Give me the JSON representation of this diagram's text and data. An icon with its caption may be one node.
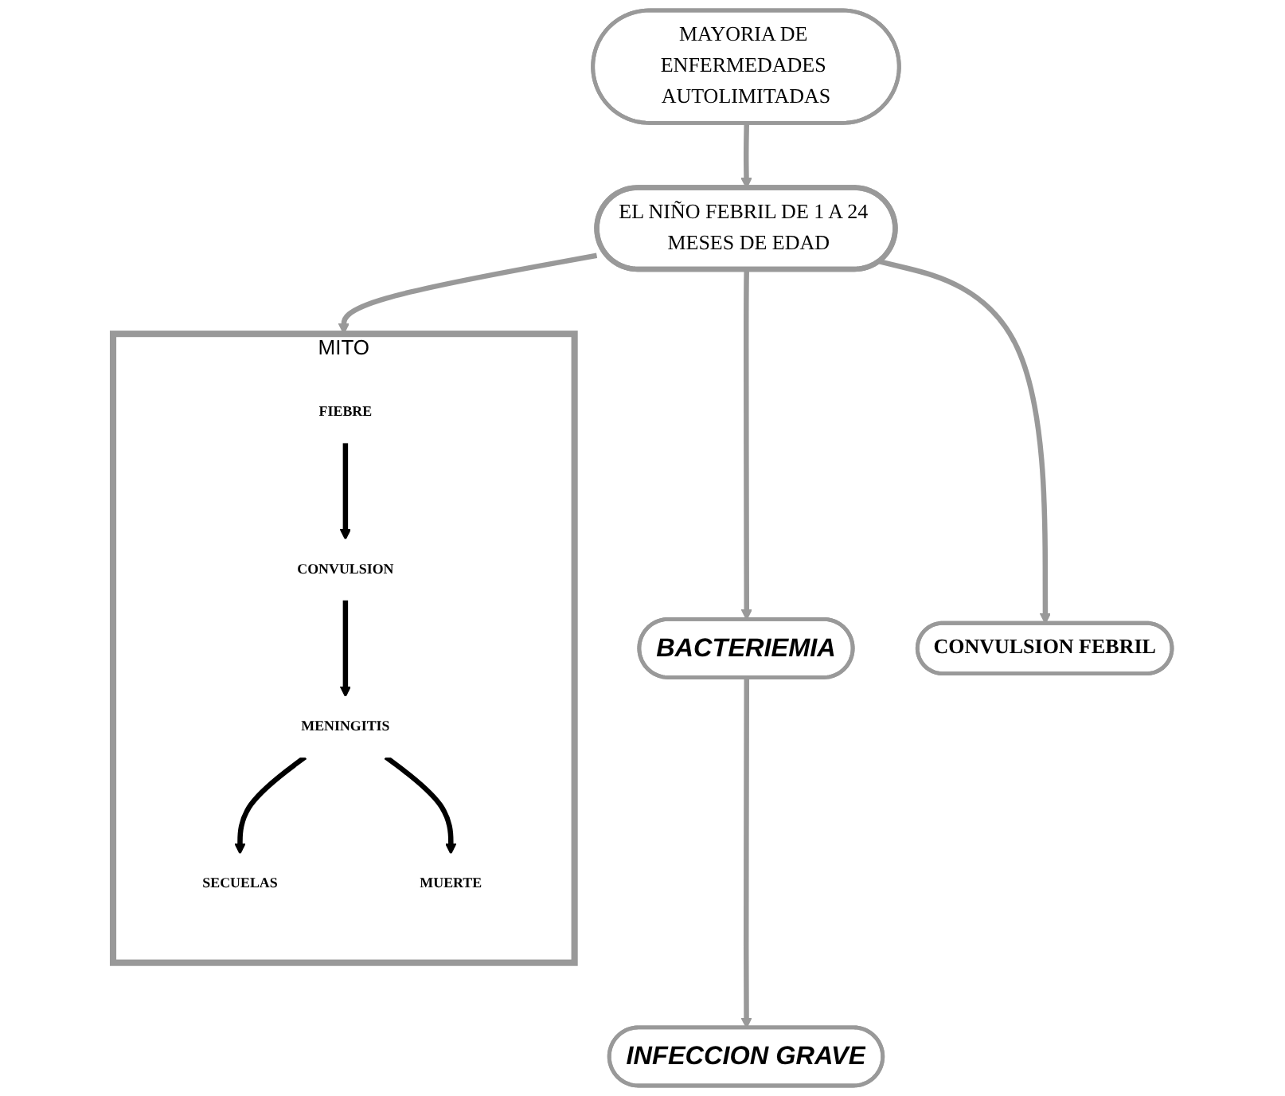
{
  "diagram": {
    "nodes": [
      {
        "text": [
          "INFECCION GRAVE"
        ]
      },
      {
        "text": [
          "BACTERIEMIA"
        ]
      },
      {
        "text": [
          "MAYORIA DE ENFERMEDADES AUTOLIMITADAS"
        ]
      },
      {
        "text": [
          "EL NIÑO FEBRIL DE 1 A 24  MESES DE EDAD"
        ]
      },
      {
        "text": [
          "MITO"
        ]
      },
      {
        "text": [
          "FIEBRE"
        ],
        "in": 4
      },
      {
        "text": [
          "CONVULSION"
        ],
        "in": 4
      },
      {
        "text": [
          "MENINGITIS"
        ],
        "in": 4
      },
      {
        "text": [
          "SECUELAS"
        ],
        "in": 4
      },
      {
        "text": [
          "MUERTE"
        ],
        "in": 4
      },
      {
        "text": [
          "CONVULSION FEBRIL"
        ]
      }
    ],
    "edges": [
      {
        "from": 1,
        "to": 0,
        "arrow": "to"
      },
      {
        "from": 3,
        "to": 1,
        "arrow": "to"
      },
      {
        "from": 2,
        "to": 3,
        "arrow": "to"
      },
      {
        "from": 3,
        "to": 4,
        "arrow": "to"
      },
      {
        "from": 3,
        "to": 10,
        "arrow": "to"
      },
      {
        "from": 5,
        "to": 6,
        "arrow": "to",
        "color": "#000000"
      },
      {
        "from": 6,
        "to": 7,
        "arrow": "to",
        "color": "#000000"
      },
      {
        "from": 7,
        "to": 8,
        "arrow": "to",
        "color": "#000000"
      },
      {
        "from": 7,
        "to": 9,
        "arrow": "to",
        "color": "#000000"
      }
    ]
  }
}
